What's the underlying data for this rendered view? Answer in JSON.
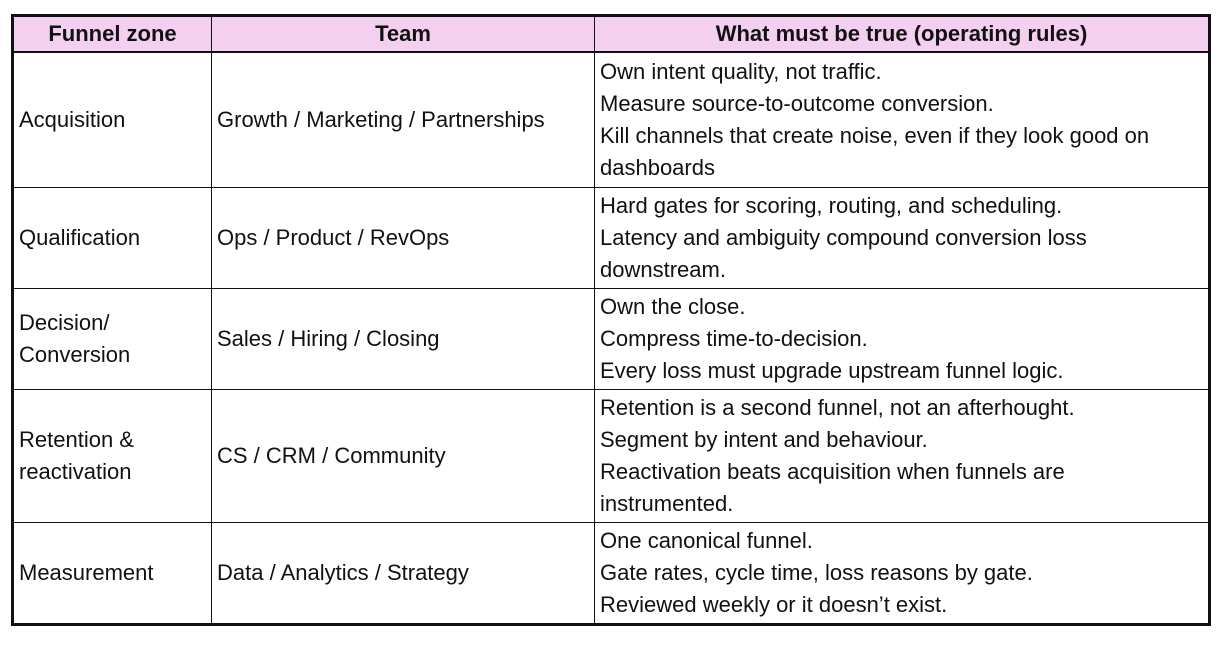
{
  "table": {
    "headers": [
      "Funnel zone",
      "Team",
      "What must be true (operating rules)"
    ],
    "rows": [
      {
        "zone": "Acquisition",
        "team": "Growth / Marketing / Partnerships",
        "rules": [
          "Own intent quality, not traffic.",
          "Measure source-to-outcome conversion.",
          "Kill channels that create noise, even if they look good on dashboards"
        ]
      },
      {
        "zone": "Qualification",
        "team": "Ops / Product / RevOps",
        "rules": [
          "Hard gates for scoring, routing, and scheduling.",
          "Latency and ambiguity compound conversion loss downstream."
        ]
      },
      {
        "zone": "Decision/ Conversion",
        "team": "Sales / Hiring / Closing",
        "rules": [
          "Own the close.",
          "Compress time-to-decision.",
          "Every loss must upgrade upstream funnel logic."
        ]
      },
      {
        "zone": "Retention & reactivation",
        "team": "CS / CRM / Community",
        "rules": [
          "Retention is a second funnel, not an afterhought.",
          "Segment by intent and behaviour.",
          "Reactivation beats acquisition when funnels are instrumented."
        ]
      },
      {
        "zone": "Measurement",
        "team": "Data / Analytics / Strategy",
        "rules": [
          "One canonical funnel.",
          "Gate rates, cycle time, loss reasons by gate.",
          "Reviewed weekly or it doesn’t exist."
        ]
      }
    ]
  },
  "colors": {
    "header_background": "#f3cff0",
    "border": "#111111"
  }
}
